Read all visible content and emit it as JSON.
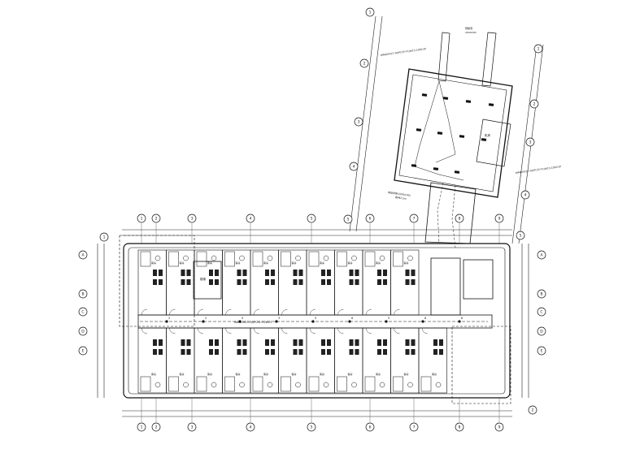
{
  "colors": {
    "ink": "#111111",
    "light": "#555555",
    "bg": "#ffffff"
  },
  "plan": {
    "corridor_note": "WAN45X15-50/PC25-FC/WC3",
    "corridor_marks": [
      "2",
      "2",
      "5",
      "3",
      "5",
      "6",
      "5",
      "8",
      "8"
    ],
    "room_label": "客房",
    "stair_label": "楼梯"
  },
  "annex": {
    "top_cable_note": "WAN45X15-50/PC25-FC/WC3-10X0.5P",
    "side_cable_note": "WAN45X15-50/PC25-FC/WC3-10X0.5P",
    "left_note": "电缆桥架(200X100)",
    "left_note2": "距地2.5m",
    "right_box_label": "机房",
    "hole_label": "预留洞",
    "hole_label2": "200X200"
  },
  "axes": {
    "bottom": [
      "1",
      "2",
      "3",
      "4",
      "5",
      "6",
      "7",
      "8",
      "9"
    ],
    "top": [
      "1",
      "2",
      "3",
      "4",
      "5",
      "6",
      "7",
      "8",
      "9"
    ],
    "left": [
      "A",
      "B",
      "C",
      "D",
      "E"
    ],
    "right": [
      "A",
      "B",
      "C",
      "D",
      "E"
    ],
    "annex_left": [
      "1",
      "2",
      "3",
      "4",
      "5"
    ],
    "annex_right": [
      "1",
      "2",
      "3",
      "4",
      "5"
    ],
    "callout_left": "1",
    "callout_right": "2"
  }
}
